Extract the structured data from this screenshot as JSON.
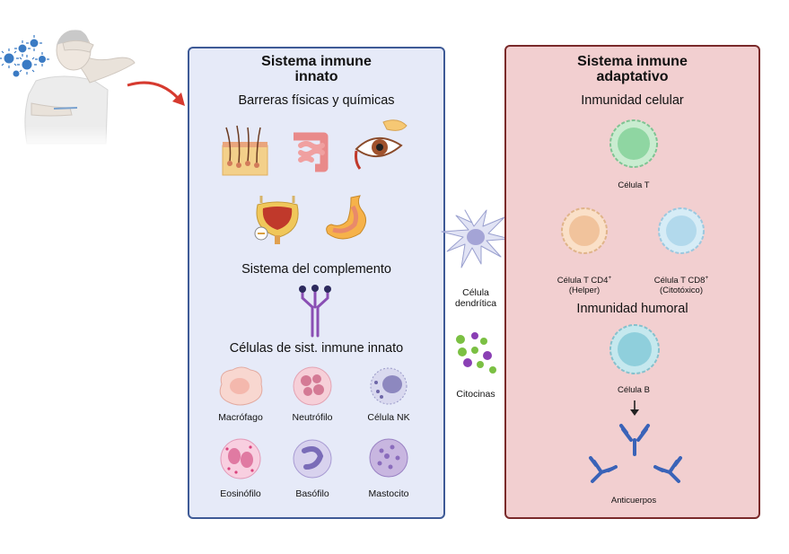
{
  "innate": {
    "title_line1": "Sistema inmune",
    "title_line2": "innato",
    "barriers_heading": "Barreras físicas y químicas",
    "complement_heading": "Sistema del complemento",
    "cells_heading": "Células de sist. inmune innato",
    "cells": [
      "Macrófago",
      "Neutrófilo",
      "Célula NK",
      "Eosinófilo",
      "Basófilo",
      "Mastocito"
    ]
  },
  "middle": {
    "dendritic_line1": "Célula",
    "dendritic_line2": "dendrítica",
    "cytokines": "Citocinas"
  },
  "adaptive": {
    "title_line1": "Sistema inmune",
    "title_line2": "adaptativo",
    "cellular_heading": "Inmunidad celular",
    "t_cell": "Célula T",
    "cd4_line1": "Célula T CD4",
    "cd4_sup": "+",
    "cd4_line2": "(Helper)",
    "cd8_line1": "Célula T CD8",
    "cd8_sup": "+",
    "cd8_line2": "(Citotóxico)",
    "humoral_heading": "Inmunidad humoral",
    "b_cell": "Célula B",
    "antibodies": "Anticuerpos"
  },
  "colors": {
    "innate_bg": "#e6eaf8",
    "innate_border": "#3e5a96",
    "adaptive_bg": "#f2cfd0",
    "adaptive_border": "#7a2a2a",
    "arrow_red": "#d63a2f",
    "antibody_blue": "#3a63b8",
    "virus_blue": "#3b7bc4"
  }
}
